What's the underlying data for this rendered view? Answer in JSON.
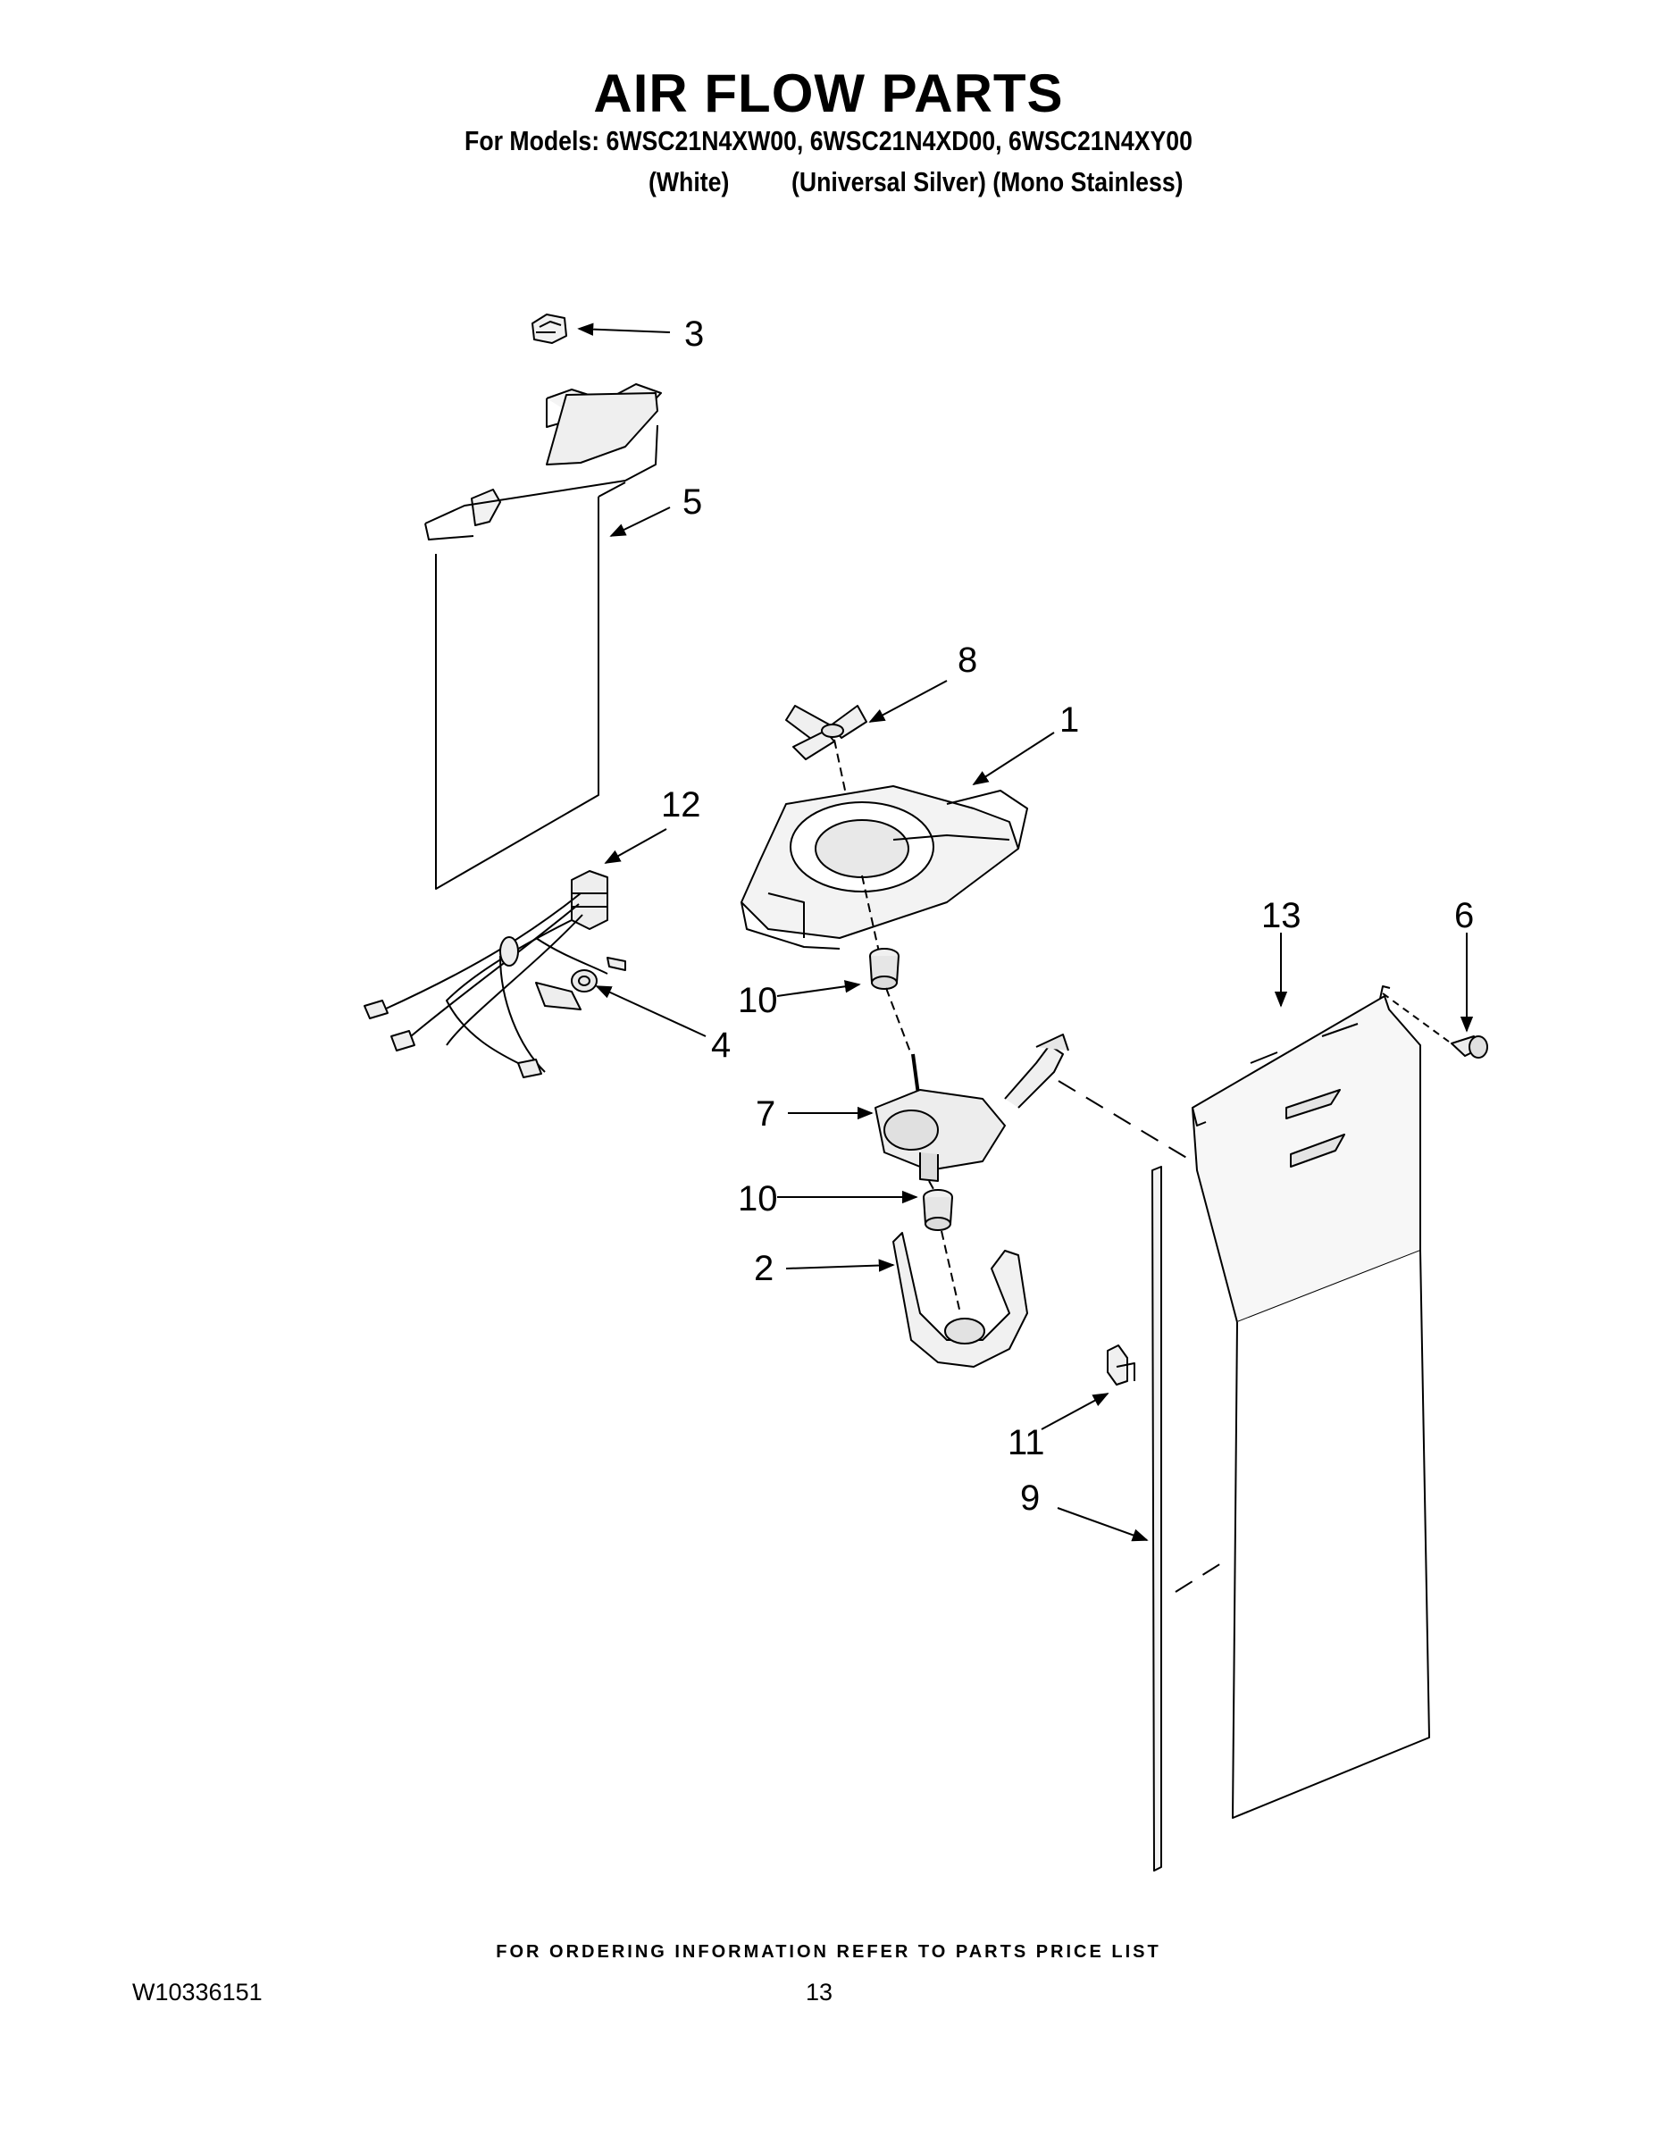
{
  "header": {
    "title": "AIR FLOW PARTS",
    "models": "For Models: 6WSC21N4XW00, 6WSC21N4XD00, 6WSC21N4XY00",
    "color_white": "(White)",
    "color_silver_stainless": "(Universal Silver) (Mono Stainless)"
  },
  "callouts": {
    "c3": "3",
    "c5": "5",
    "c8": "8",
    "c1": "1",
    "c12": "12",
    "c4": "4",
    "c13": "13",
    "c6": "6",
    "c10a": "10",
    "c7": "7",
    "c10b": "10",
    "c2": "2",
    "c11": "11",
    "c9": "9"
  },
  "footer": {
    "ordering_note": "FOR ORDERING INFORMATION REFER TO PARTS PRICE LIST",
    "doc_number": "W10336151",
    "page_number": "13"
  }
}
